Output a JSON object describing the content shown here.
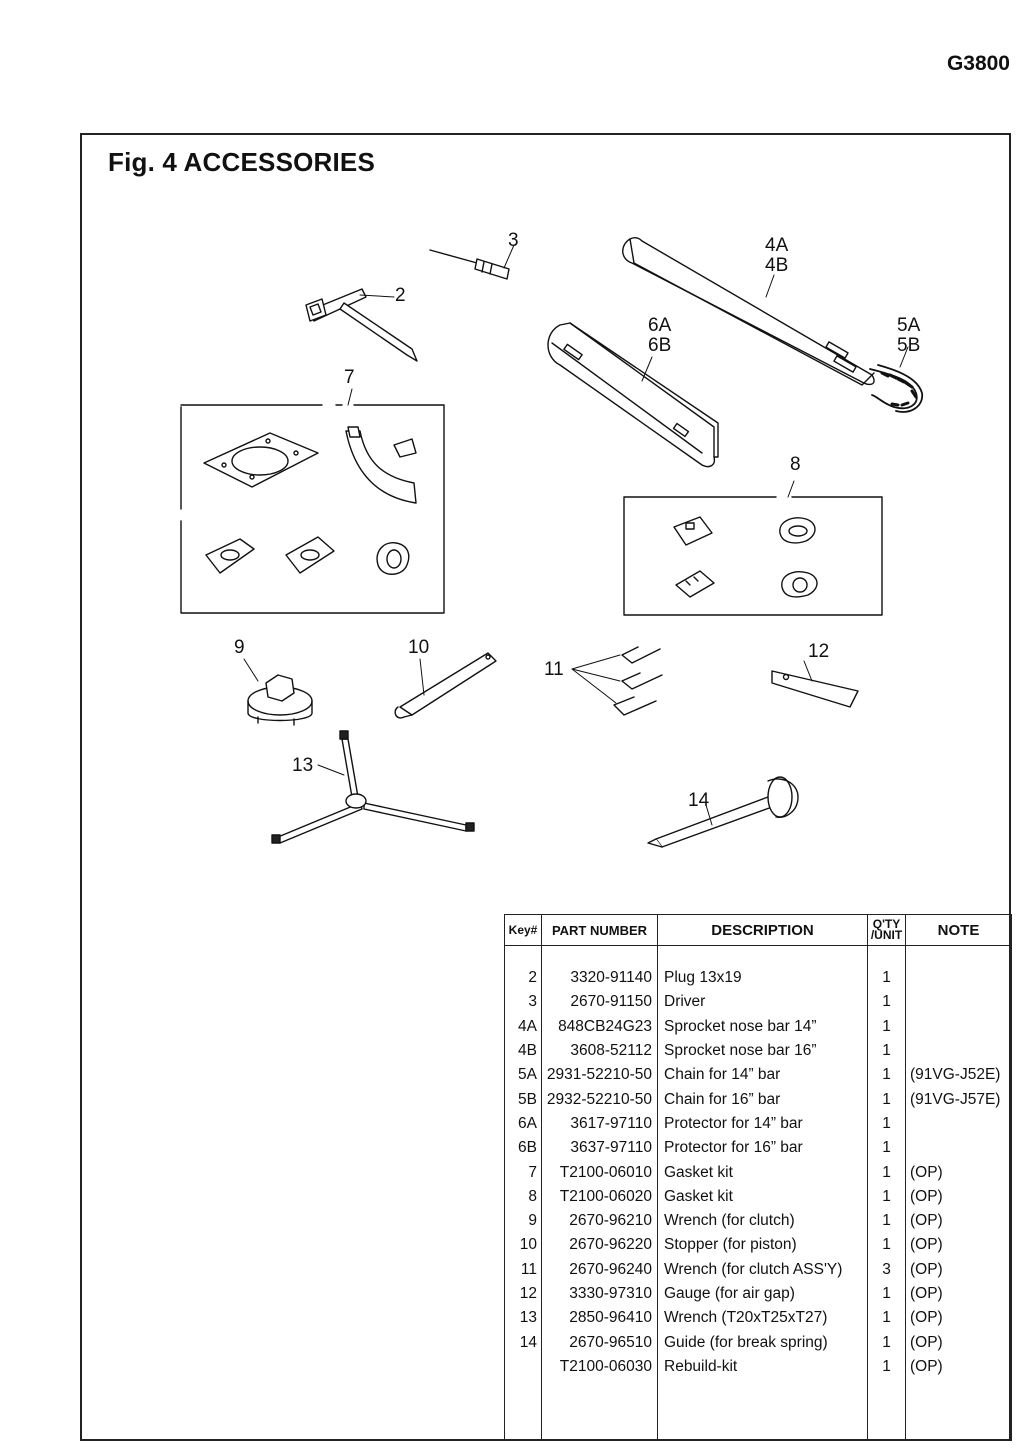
{
  "header": {
    "model": "G3800"
  },
  "figure": {
    "title": "Fig. 4  ACCESSORIES",
    "callouts": [
      "2",
      "3",
      "4A",
      "4B",
      "5A",
      "5B",
      "6A",
      "6B",
      "7",
      "8",
      "9",
      "10",
      "11",
      "12",
      "13",
      "14"
    ]
  },
  "table": {
    "headers": {
      "key": "Key#",
      "part_number": "PART NUMBER",
      "description": "DESCRIPTION",
      "qty_line1": "Q'TY",
      "qty_line2": "/UNIT",
      "note": "NOTE"
    },
    "rows": [
      {
        "key": "2",
        "part": "3320-91140",
        "desc": "Plug 13x19",
        "qty": "1",
        "note": ""
      },
      {
        "key": "3",
        "part": "2670-91150",
        "desc": "Driver",
        "qty": "1",
        "note": ""
      },
      {
        "key": "4A",
        "part": "848CB24G23",
        "desc": "Sprocket nose bar 14”",
        "qty": "1",
        "note": ""
      },
      {
        "key": "4B",
        "part": "3608-52112",
        "desc": "Sprocket nose bar 16”",
        "qty": "1",
        "note": ""
      },
      {
        "key": "5A",
        "part": "2931-52210-50",
        "desc": "Chain for 14” bar",
        "qty": "1",
        "note": "(91VG-J52E)"
      },
      {
        "key": "5B",
        "part": "2932-52210-50",
        "desc": "Chain for 16” bar",
        "qty": "1",
        "note": "(91VG-J57E)"
      },
      {
        "key": "6A",
        "part": "3617-97110",
        "desc": "Protector for 14” bar",
        "qty": "1",
        "note": ""
      },
      {
        "key": "6B",
        "part": "3637-97110",
        "desc": "Protector for 16” bar",
        "qty": "1",
        "note": ""
      },
      {
        "key": "7",
        "part": "T2100-06010",
        "desc": "Gasket kit",
        "qty": "1",
        "note": "(OP)"
      },
      {
        "key": "8",
        "part": "T2100-06020",
        "desc": "Gasket kit",
        "qty": "1",
        "note": "(OP)"
      },
      {
        "key": "9",
        "part": "2670-96210",
        "desc": "Wrench (for clutch)",
        "qty": "1",
        "note": "(OP)"
      },
      {
        "key": "10",
        "part": "2670-96220",
        "desc": "Stopper (for piston)",
        "qty": "1",
        "note": "(OP)"
      },
      {
        "key": "11",
        "part": "2670-96240",
        "desc": "Wrench (for clutch ASS'Y)",
        "qty": "3",
        "note": "(OP)"
      },
      {
        "key": "12",
        "part": "3330-97310",
        "desc": "Gauge (for air gap)",
        "qty": "1",
        "note": "(OP)"
      },
      {
        "key": "13",
        "part": "2850-96410",
        "desc": "Wrench (T20xT25xT27)",
        "qty": "1",
        "note": "(OP)"
      },
      {
        "key": "14",
        "part": "2670-96510",
        "desc": "Guide (for break spring)",
        "qty": "1",
        "note": "(OP)"
      },
      {
        "key": "",
        "part": "T2100-06030",
        "desc": "Rebuild-kit",
        "qty": "1",
        "note": "(OP)"
      }
    ]
  }
}
